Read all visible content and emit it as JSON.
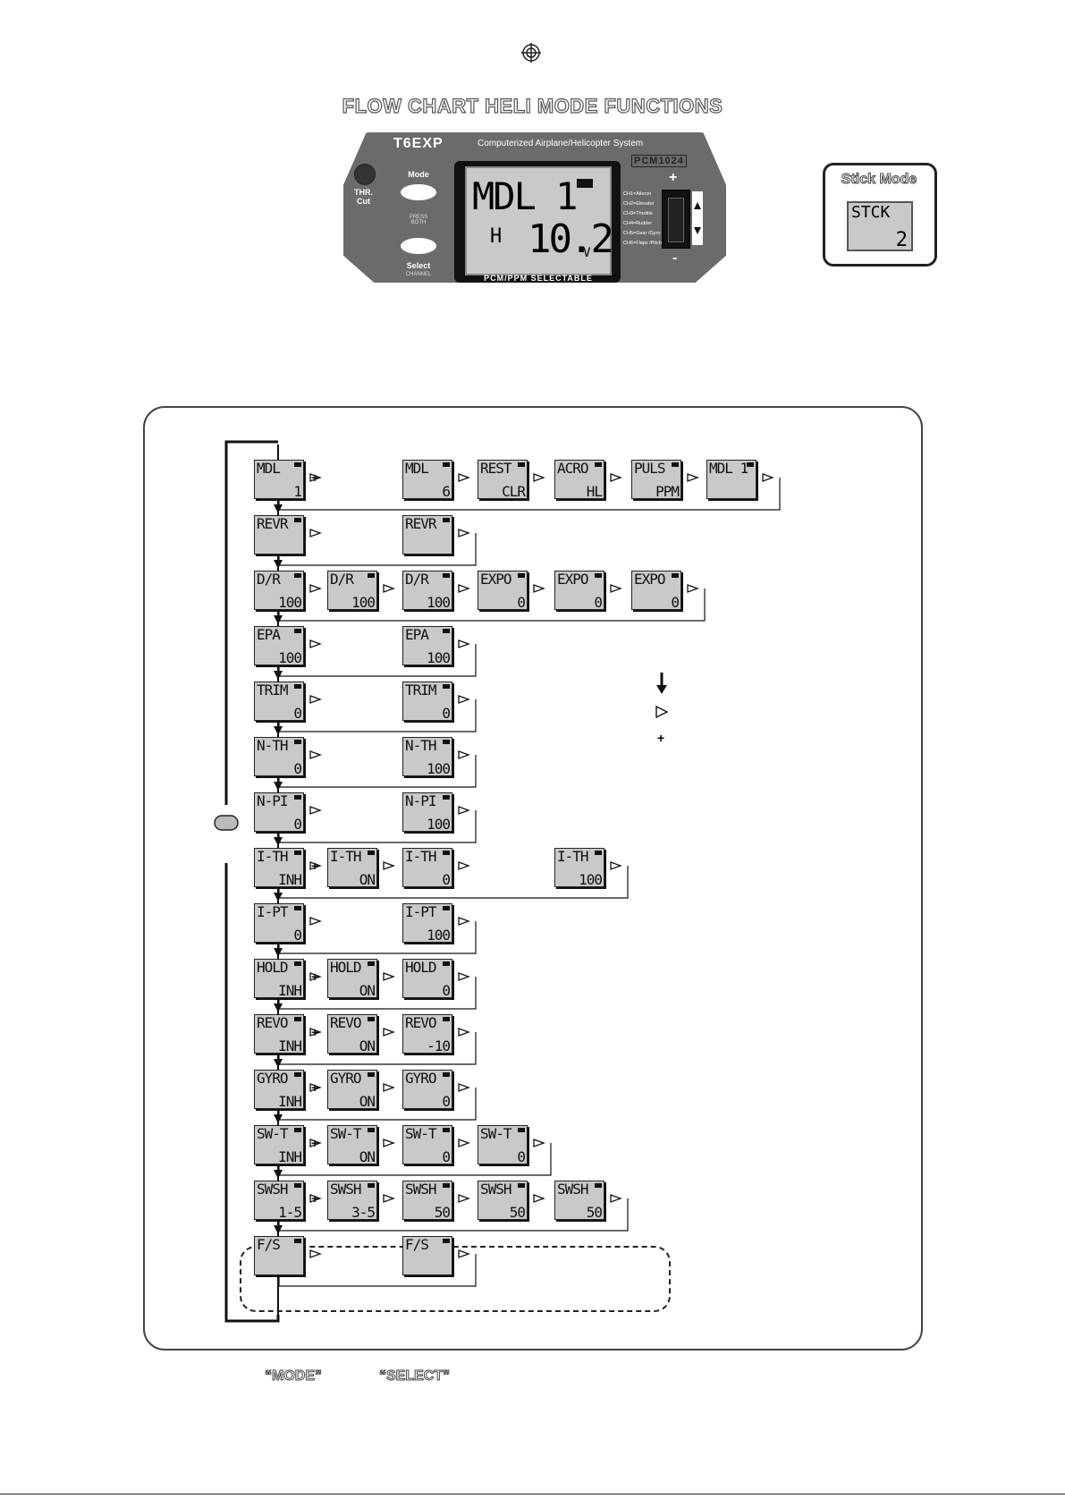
{
  "title": "FLOW CHART HELI MODE FUNCTIONS",
  "transmitter": {
    "name": "T6EXP",
    "description": "Computerized Airplane/Helicopter System",
    "pcm_badge": "PCM1024",
    "thr_cut": "THR.\nCut",
    "mode_label": "Mode",
    "press_both": "PRESS\nBOTH",
    "select_label": "Select",
    "channel_label": "CHANNEL",
    "lcd_line1": "MDL 1",
    "lcd_h": "H",
    "lcd_line2": "10.2",
    "lcd_unit": "V",
    "selectable": "PCM/PPM SELECTABLE",
    "channels": [
      "CH1=Aileron",
      "CH2=Elevator",
      "CH3=Throttle",
      "CH4=Rudder",
      "CH5=Gear /Gyro",
      "CH6=Flaps /Pitch"
    ],
    "plus": "+",
    "minus": "-"
  },
  "stick_mode": {
    "title": "Stick Mode",
    "lcd_top": "STCK",
    "lcd_bottom": "2"
  },
  "flow": {
    "rows": [
      {
        "screens": [
          [
            "MDL",
            "1"
          ],
          [
            "MDL",
            "6"
          ],
          [
            "REST",
            "CLR"
          ],
          [
            "ACRO",
            "HL"
          ],
          [
            "PULS",
            "PPM"
          ],
          [
            "MDL 1",
            ""
          ]
        ]
      },
      {
        "screens": [
          [
            "REVR",
            ""
          ],
          [
            "REVR",
            ""
          ]
        ]
      },
      {
        "screens": [
          [
            "D/R",
            "100"
          ],
          [
            "D/R",
            "100"
          ],
          [
            "D/R",
            "100"
          ],
          [
            "EXPO",
            "0"
          ],
          [
            "EXPO",
            "0"
          ],
          [
            "EXPO",
            "0"
          ]
        ]
      },
      {
        "screens": [
          [
            "EPA",
            "100"
          ],
          [
            "EPA",
            "100"
          ]
        ]
      },
      {
        "screens": [
          [
            "TRIM",
            "0"
          ],
          [
            "TRIM",
            "0"
          ]
        ]
      },
      {
        "screens": [
          [
            "N-TH",
            "0"
          ],
          [
            "N-TH",
            "100"
          ]
        ]
      },
      {
        "screens": [
          [
            "N-PI",
            "0"
          ],
          [
            "N-PI",
            "100"
          ]
        ]
      },
      {
        "screens": [
          [
            "I-TH",
            "INH"
          ],
          [
            "I-TH",
            "ON"
          ],
          [
            "I-TH",
            "0"
          ],
          [
            "I-TH",
            "100"
          ]
        ]
      },
      {
        "screens": [
          [
            "I-PT",
            "0"
          ],
          [
            "I-PT",
            "100"
          ]
        ]
      },
      {
        "screens": [
          [
            "HOLD",
            "INH"
          ],
          [
            "HOLD",
            "ON"
          ],
          [
            "HOLD",
            "0"
          ]
        ]
      },
      {
        "screens": [
          [
            "REVO",
            "INH"
          ],
          [
            "REVO",
            "ON"
          ],
          [
            "REVO",
            "-10"
          ]
        ]
      },
      {
        "screens": [
          [
            "GYRO",
            "INH"
          ],
          [
            "GYRO",
            "ON"
          ],
          [
            "GYRO",
            "0"
          ]
        ]
      },
      {
        "screens": [
          [
            "SW-T",
            "INH"
          ],
          [
            "SW-T",
            "ON"
          ],
          [
            "SW-T",
            "0"
          ],
          [
            "SW-T",
            "0"
          ]
        ]
      },
      {
        "screens": [
          [
            "SWSH",
            "1-5"
          ],
          [
            "SWSH",
            "3-5"
          ],
          [
            "SWSH",
            "50"
          ],
          [
            "SWSH",
            "50"
          ],
          [
            "SWSH",
            "50"
          ]
        ]
      },
      {
        "screens": [
          [
            "F/S",
            ""
          ],
          [
            "F/S",
            ""
          ]
        ]
      }
    ],
    "legend": [
      "down-arrow",
      "right-arrow",
      "plus"
    ]
  },
  "footer": {
    "mode": "“MODE”",
    "select": "“SELECT”"
  }
}
